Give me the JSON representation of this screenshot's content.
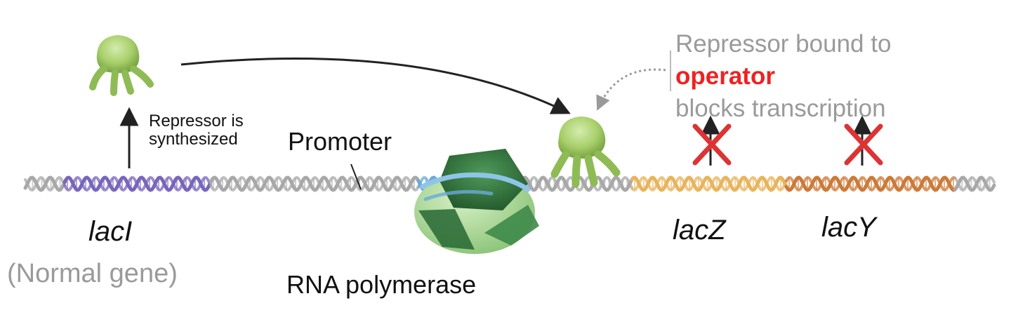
{
  "labels": {
    "repressor_synth_line1": "Repressor is",
    "repressor_synth_line2": "synthesized",
    "promoter": "Promoter",
    "lacI": "lacI",
    "normal_gene": "(Normal gene)",
    "rna_polymerase": "RNA polymerase",
    "lacZ": "lacZ",
    "lacY": "lacY",
    "note_line1": "Repressor bound to",
    "note_line2": "operator",
    "note_line3": "blocks transcription"
  },
  "colors": {
    "dna_gray": "#a8a8a8",
    "dna_laci": "#7766bb",
    "dna_lacz": "#e8b45c",
    "dna_lacy": "#cc7a38",
    "dna_promoter_blue": "#6aaad8",
    "repressor_green": "#a8cf6a",
    "polymerase_dark": "#2f6e3a",
    "polymerase_light": "#9fd18a",
    "operator_red": "#ee2222",
    "blocked_x": "#dd3333"
  }
}
